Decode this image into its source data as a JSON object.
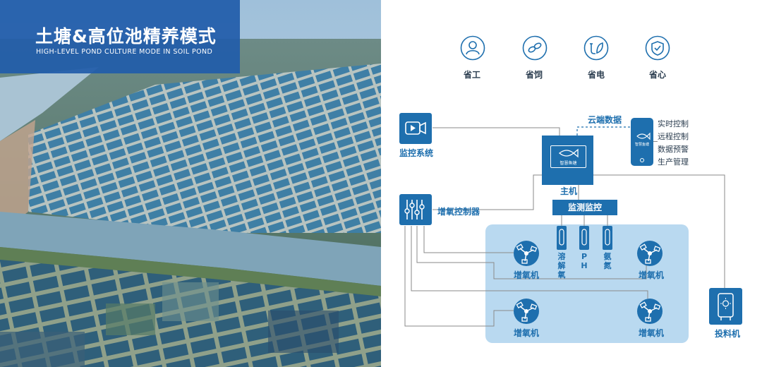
{
  "header": {
    "title_cn": "土塘&高位池精养模式",
    "title_en": "HIGH-LEVEL POND CULTURE MODE IN SOIL POND"
  },
  "benefits": [
    {
      "label": "省工",
      "icon": "user-icon"
    },
    {
      "label": "省饲",
      "icon": "feed-icon"
    },
    {
      "label": "省电",
      "icon": "plug-leaf-icon"
    },
    {
      "label": "省心",
      "icon": "shield-check-icon"
    }
  ],
  "diagram": {
    "surveillance_label": "监控系统",
    "cloud_label": "云端数据",
    "host_label": "主机",
    "host_screen_text": "智慧鱼塘",
    "phone_screen_text": "智慧鱼塘",
    "phone_functions": [
      "实时控制",
      "远程控制",
      "数据预警",
      "生产管理"
    ],
    "aerator_controller_label": "增氧控制器",
    "monitoring_label": "监测监控",
    "sensors": [
      {
        "label": "溶解氧"
      },
      {
        "label": "PH"
      },
      {
        "label": "氨氮"
      }
    ],
    "aerators": [
      "增氧机",
      "增氧机",
      "增氧机",
      "增氧机"
    ],
    "feeder_label": "投料机"
  },
  "colors": {
    "primary": "#1e6fae",
    "pond_panel": "#b9d9f0",
    "line": "#8a8a8a",
    "title_bg": "#215caa"
  }
}
